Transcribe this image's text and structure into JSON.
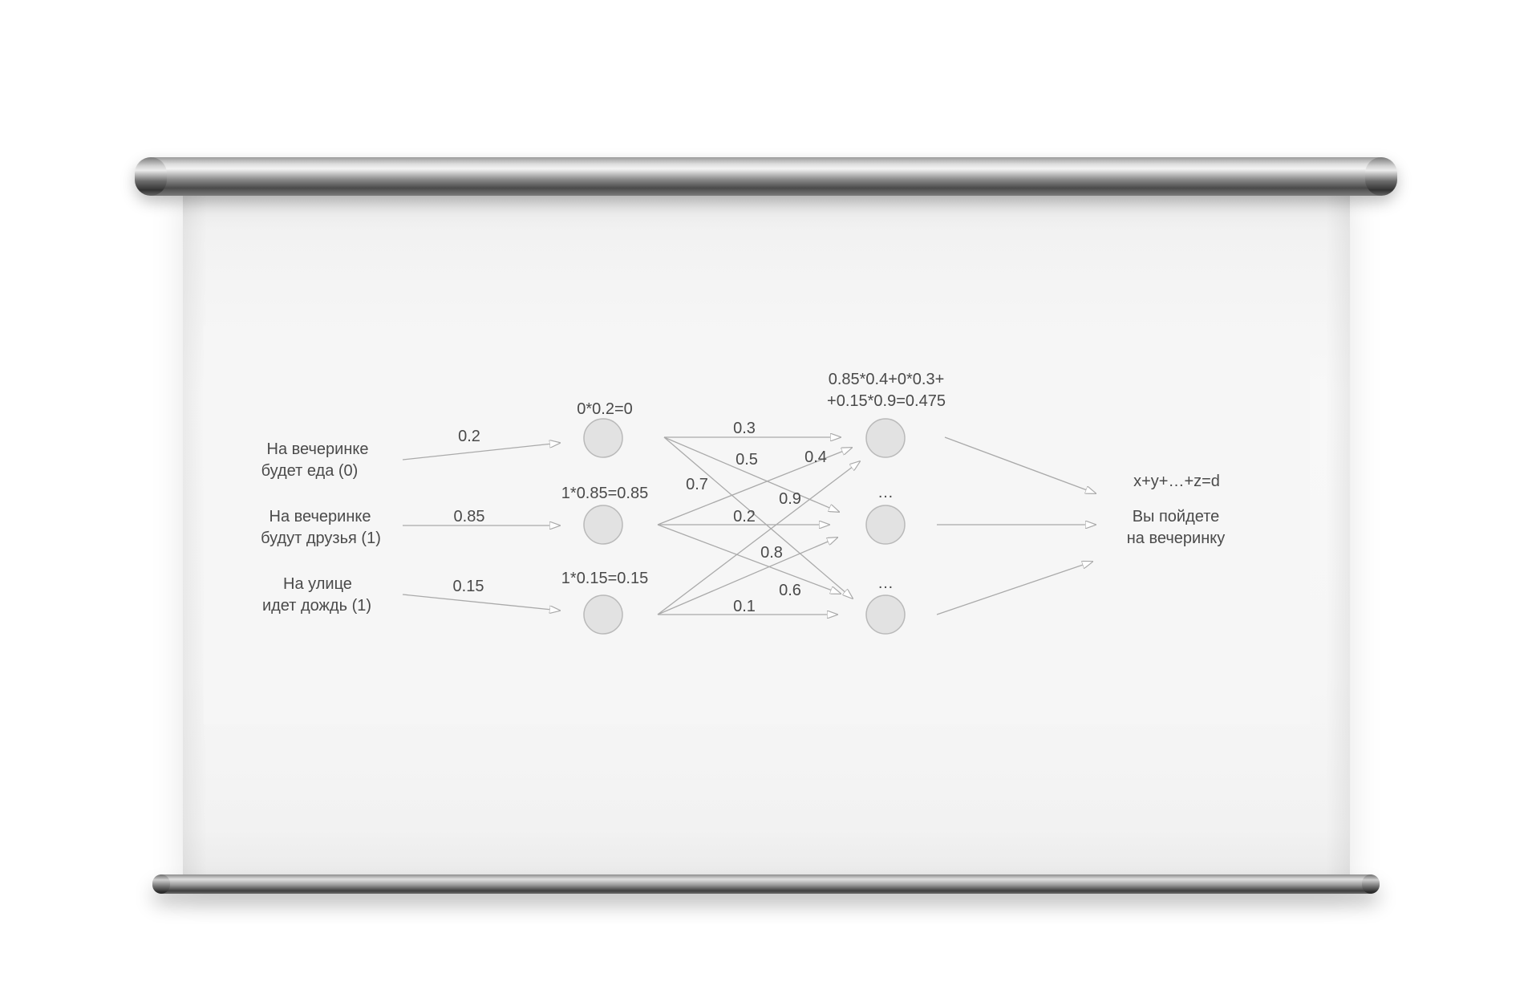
{
  "inputs": [
    {
      "line1": "На вечеринке",
      "line2": "будет еда (0)"
    },
    {
      "line1": "На вечеринке",
      "line2": "будут друзья (1)"
    },
    {
      "line1": "На улице",
      "line2": "идет дождь (1)"
    }
  ],
  "input_weights": [
    "0.2",
    "0.85",
    "0.15"
  ],
  "layer1_labels": [
    "0*0.2=0",
    "1*0.85=0.85",
    "1*0.15=0.15"
  ],
  "hidden_weights": [
    "0.3",
    "0.5",
    "0.4",
    "0.7",
    "0.9",
    "0.2",
    "0.8",
    "0.6",
    "0.1"
  ],
  "layer2_labels": {
    "top_line1": "0.85*0.4+0*0.3+",
    "top_line2": "+0.15*0.9=0.475",
    "middle": "…",
    "bottom": "…"
  },
  "output": {
    "formula": "x+y+…+z=d",
    "line1": "Вы пойдете",
    "line2": "на вечеринку"
  },
  "colors": {
    "node_fill": "#e2e2e2",
    "edge": "#aaaaaa",
    "text": "#4a4a4a"
  }
}
